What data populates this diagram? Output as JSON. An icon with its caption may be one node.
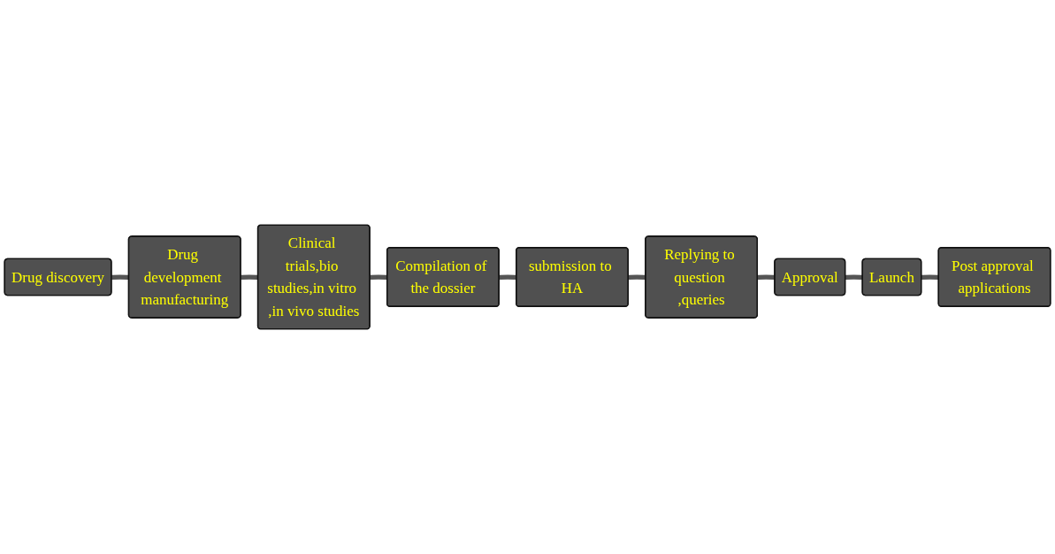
{
  "diagram": {
    "nodes": [
      {
        "text": [
          "Drug discovery"
        ]
      },
      {
        "text": [
          "Drug development manufacturing"
        ]
      },
      {
        "text": [
          "Clinical trials,bio studies,in vitro ,in vivo studies"
        ]
      },
      {
        "text": [
          "Compilation of the dossier"
        ]
      },
      {
        "text": [
          "submission to HA"
        ]
      },
      {
        "text": [
          "Replying to question ,queries"
        ]
      },
      {
        "text": [
          "Approval"
        ]
      },
      {
        "text": [
          "Launch"
        ]
      },
      {
        "text": [
          "Post approval applications"
        ]
      }
    ],
    "edges": [
      {
        "from": 0,
        "to": 1,
        "arrow": "none"
      },
      {
        "from": 1,
        "to": 2,
        "arrow": "none"
      },
      {
        "from": 2,
        "to": 3,
        "arrow": "none"
      },
      {
        "from": 3,
        "to": 4,
        "arrow": "none"
      },
      {
        "from": 4,
        "to": 5,
        "arrow": "none"
      },
      {
        "from": 5,
        "to": 6,
        "arrow": "none"
      },
      {
        "from": 6,
        "to": 7,
        "arrow": "none"
      },
      {
        "from": 7,
        "to": 8,
        "arrow": "none"
      }
    ]
  }
}
